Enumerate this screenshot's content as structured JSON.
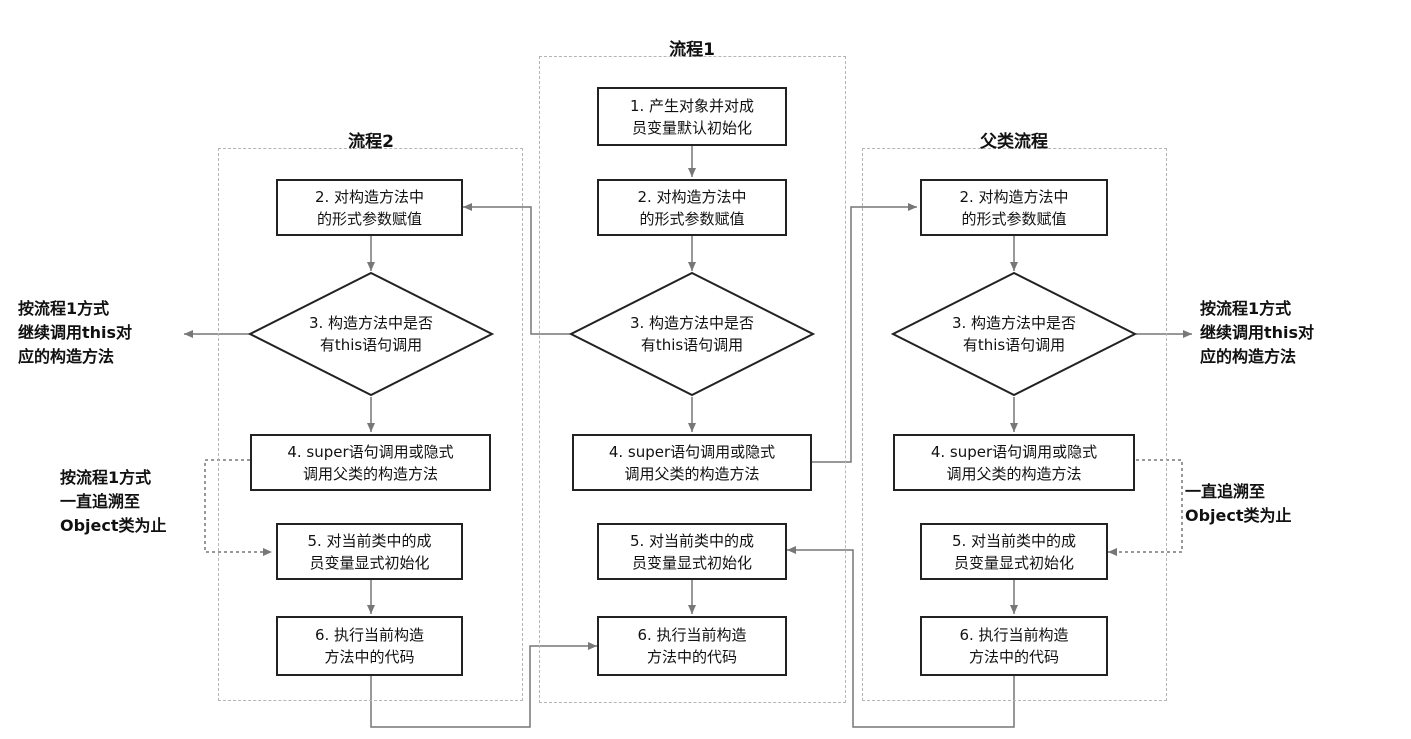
{
  "colors": {
    "arrow": "#777777",
    "box_border": "#222222",
    "region_border": "#b5b5b5"
  },
  "titles": {
    "flow1": "流程1",
    "flow2": "流程2",
    "parent": "父类流程"
  },
  "steps": {
    "init": "1. 产生对象并对成\n员变量默认初始化",
    "assign": "2. 对构造方法中\n的形式参数赋值",
    "check_this": "3. 构造方法中是否\n有this语句调用",
    "super_call": "4. super语句调用或隐式\n调用父类的构造方法",
    "field_init": "5. 对当前类中的成\n员变量显式初始化",
    "exec": "6. 执行当前构造\n方法中的代码"
  },
  "notes": {
    "left_this": "按流程1方式\n继续调用this对\n应的构造方法",
    "left_object": "按流程1方式\n一直追溯至\nObject类为止",
    "right_this": "按流程1方式\n继续调用this对\n应的构造方法",
    "right_object": "一直追溯至\nObject类为止"
  }
}
